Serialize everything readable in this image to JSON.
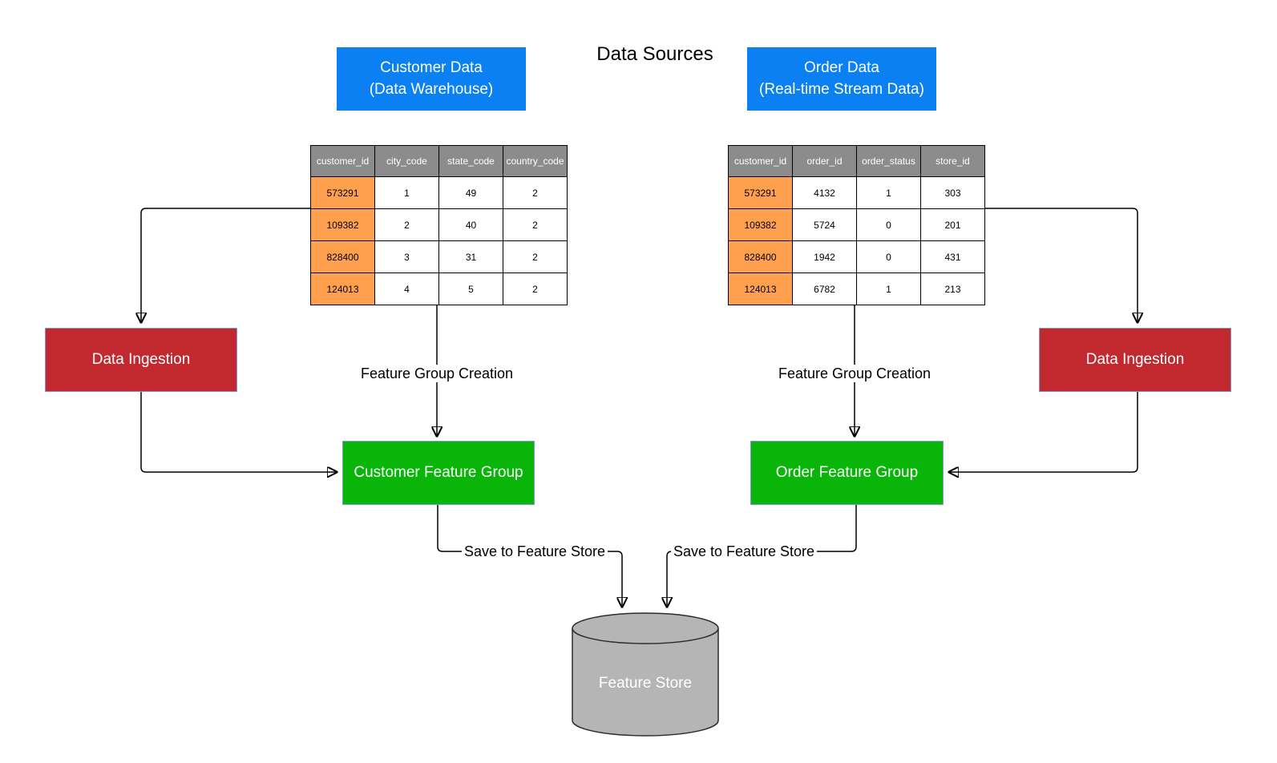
{
  "title": "Data Sources",
  "colors": {
    "source_blue": "#0B80F2",
    "ingestion_red": "#C2292F",
    "feature_group_green": "#09B509",
    "key_orange": "#FFA04E",
    "table_header_gray": "#8C8C8C",
    "cylinder_gray": "#B5B5B5",
    "cylinder_stroke": "#2B2B2B",
    "box_border_blue": "#7E9CC4",
    "connector_black": "#000000"
  },
  "sources": {
    "customer": {
      "line1": "Customer Data",
      "line2": "(Data Warehouse)"
    },
    "order": {
      "line1": "Order Data",
      "line2": "(Real-time Stream Data)"
    }
  },
  "tables": {
    "customer": {
      "headers": [
        "customer_id",
        "city_code",
        "state_code",
        "country_code"
      ],
      "rows": [
        [
          "573291",
          "1",
          "49",
          "2"
        ],
        [
          "109382",
          "2",
          "40",
          "2"
        ],
        [
          "828400",
          "3",
          "31",
          "2"
        ],
        [
          "124013",
          "4",
          "5",
          "2"
        ]
      ]
    },
    "order": {
      "headers": [
        "customer_id",
        "order_id",
        "order_status",
        "store_id"
      ],
      "rows": [
        [
          "573291",
          "4132",
          "1",
          "303"
        ],
        [
          "109382",
          "5724",
          "0",
          "201"
        ],
        [
          "828400",
          "1942",
          "0",
          "431"
        ],
        [
          "124013",
          "6782",
          "1",
          "213"
        ]
      ]
    }
  },
  "nodes": {
    "ingestion_left": "Data Ingestion",
    "ingestion_right": "Data Ingestion",
    "customer_feature_group": "Customer Feature Group",
    "order_feature_group": "Order Feature Group",
    "feature_store": "Feature Store"
  },
  "flow_labels": {
    "creation_left": "Feature Group Creation",
    "creation_right": "Feature Group Creation",
    "save_left": "Save to Feature Store",
    "save_right": "Save to Feature Store"
  }
}
